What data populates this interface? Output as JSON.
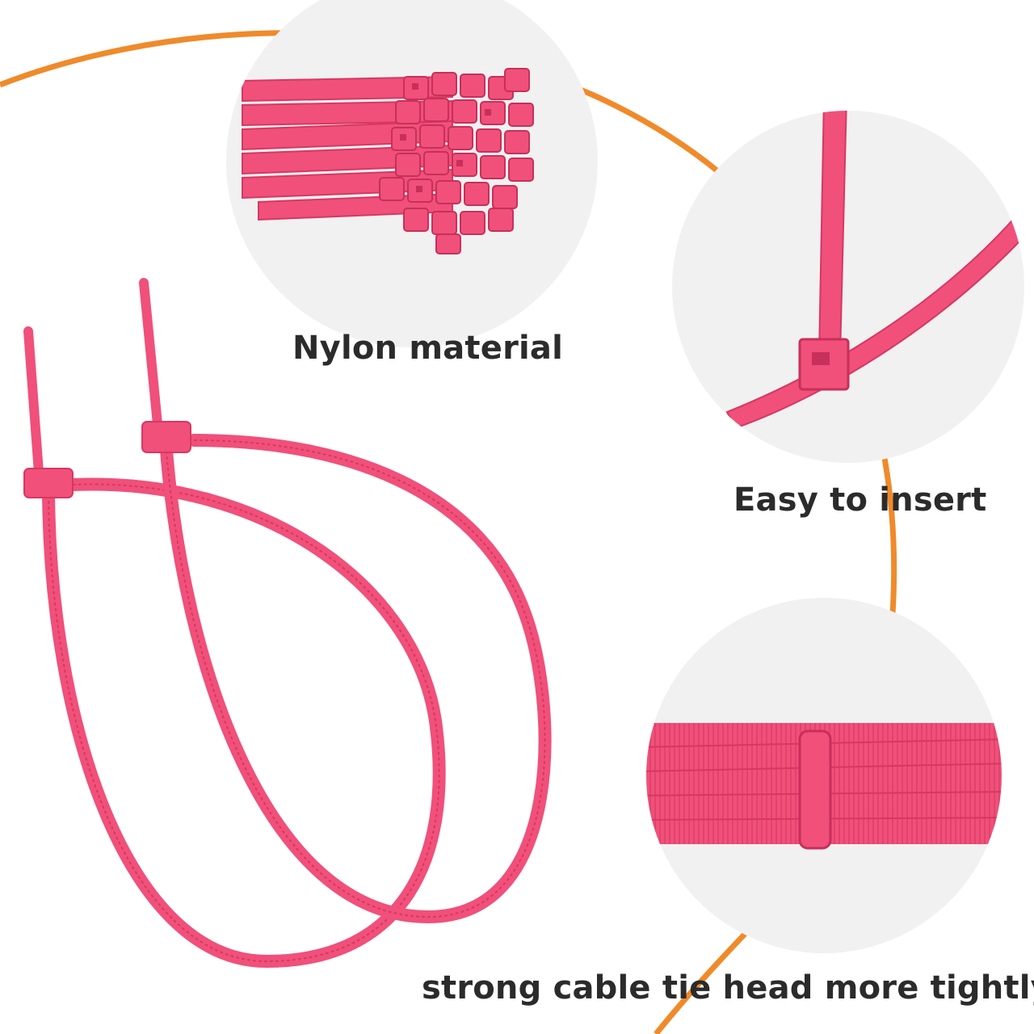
{
  "colors": {
    "background": "#ffffff",
    "accent_curve": "#f08a2a",
    "circle_fill": "#f1f1f1",
    "tie_color": "#f0507a",
    "tie_shadow": "#d63862",
    "caption_text": "#2b2b2b"
  },
  "captions": {
    "nylon_material": "Nylon material",
    "easy_to_insert": "Easy to insert",
    "strong_head": "strong cable tie head more tightly"
  },
  "icons": {
    "bundle_heads": "cable-tie-bundle-heads-image",
    "insert_closeup": "cable-tie-insert-closeup-image",
    "bundle_strapped": "cable-tie-strapped-bundle-image",
    "loops": "cable-tie-loops-image"
  }
}
